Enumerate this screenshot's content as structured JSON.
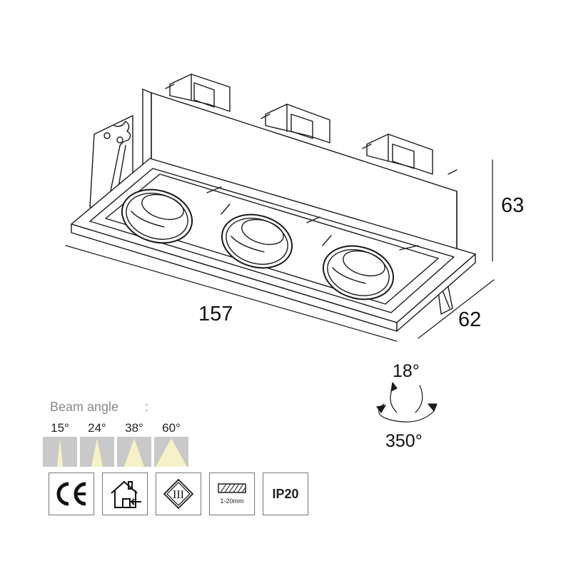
{
  "dimensions": {
    "length": "157",
    "width": "62",
    "height": "63"
  },
  "rotation": {
    "tilt": "18°",
    "swivel": "350°"
  },
  "beam": {
    "title": "Beam angle",
    "colon": ":",
    "angles": [
      {
        "label": "15°",
        "highlight": "#d8d8d8"
      },
      {
        "label": "24°",
        "highlight": "#e3e0c8"
      },
      {
        "label": "38°",
        "highlight": "#ece6b8"
      },
      {
        "label": "60°",
        "highlight": "#f4eeb0"
      }
    ],
    "beam_color": "#f7f1c8",
    "box_color": "#c9c9c9"
  },
  "certifications": {
    "ce": "CE",
    "class3": "III",
    "mounting": "1-20mm",
    "ip": "IP20"
  }
}
